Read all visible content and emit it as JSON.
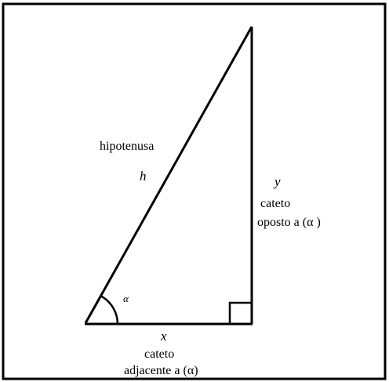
{
  "labels": {
    "hypotenuse_word": "hipotenusa",
    "hypotenuse_symbol": "h",
    "opposite_symbol": "y",
    "opposite_word": "cateto",
    "opposite_desc": "oposto a (α )",
    "adjacent_symbol": "x",
    "adjacent_word": "cateto",
    "adjacent_desc": "adjacente a (α)",
    "angle_symbol": "α"
  },
  "colors": {
    "stroke": "#000000",
    "background": "#ffffff"
  }
}
